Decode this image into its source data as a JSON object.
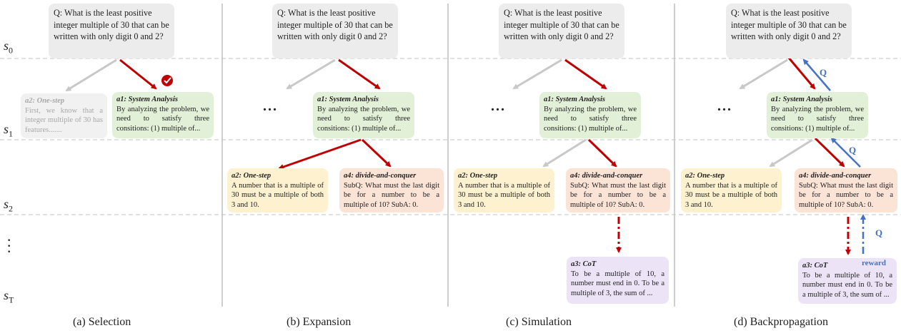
{
  "states": {
    "s0": "s",
    "s0_sub": "0",
    "s1": "s",
    "s1_sub": "1",
    "s2": "s",
    "s2_sub": "2",
    "sT": "s",
    "sT_sub": "T"
  },
  "question": "Q: What is the least positive integer multiple of 30 that can be written with only digit 0 and 2?",
  "nodes": {
    "a1": {
      "head": "a1: System Analysis",
      "text": "By analyzing the problem, we need to satisfy three consitions: (1) multiple of..."
    },
    "a2_greyed": {
      "head": "a2: One-step",
      "text": "First, we know that a integer multiple of 30 has features......."
    },
    "a2": {
      "head": "a2: One-step",
      "text": "A number that is a multiple of 30 must be a multiple of both 3 and 10."
    },
    "a4": {
      "head": "a4: divide-and-conquer",
      "text": "SubQ: What must the last digit be for a number to be a multiple of 10? SubA: 0."
    },
    "a3": {
      "head": "a3: CoT",
      "text": "To be a multiple of 10, a number must end in 0. To be a multiple of 3, the sum of ..."
    }
  },
  "ellipsis": "...",
  "annotations": {
    "q": "Q",
    "reward": "reward"
  },
  "panel_labels": [
    "(a) Selection",
    "(b) Expansion",
    "(c) Simulation",
    "(d) Backpropagation"
  ],
  "colors": {
    "red_arrow": "#c00000",
    "grey_arrow": "#c8c8c8",
    "blue_arrow": "#4472c4",
    "check": "#c00000"
  }
}
